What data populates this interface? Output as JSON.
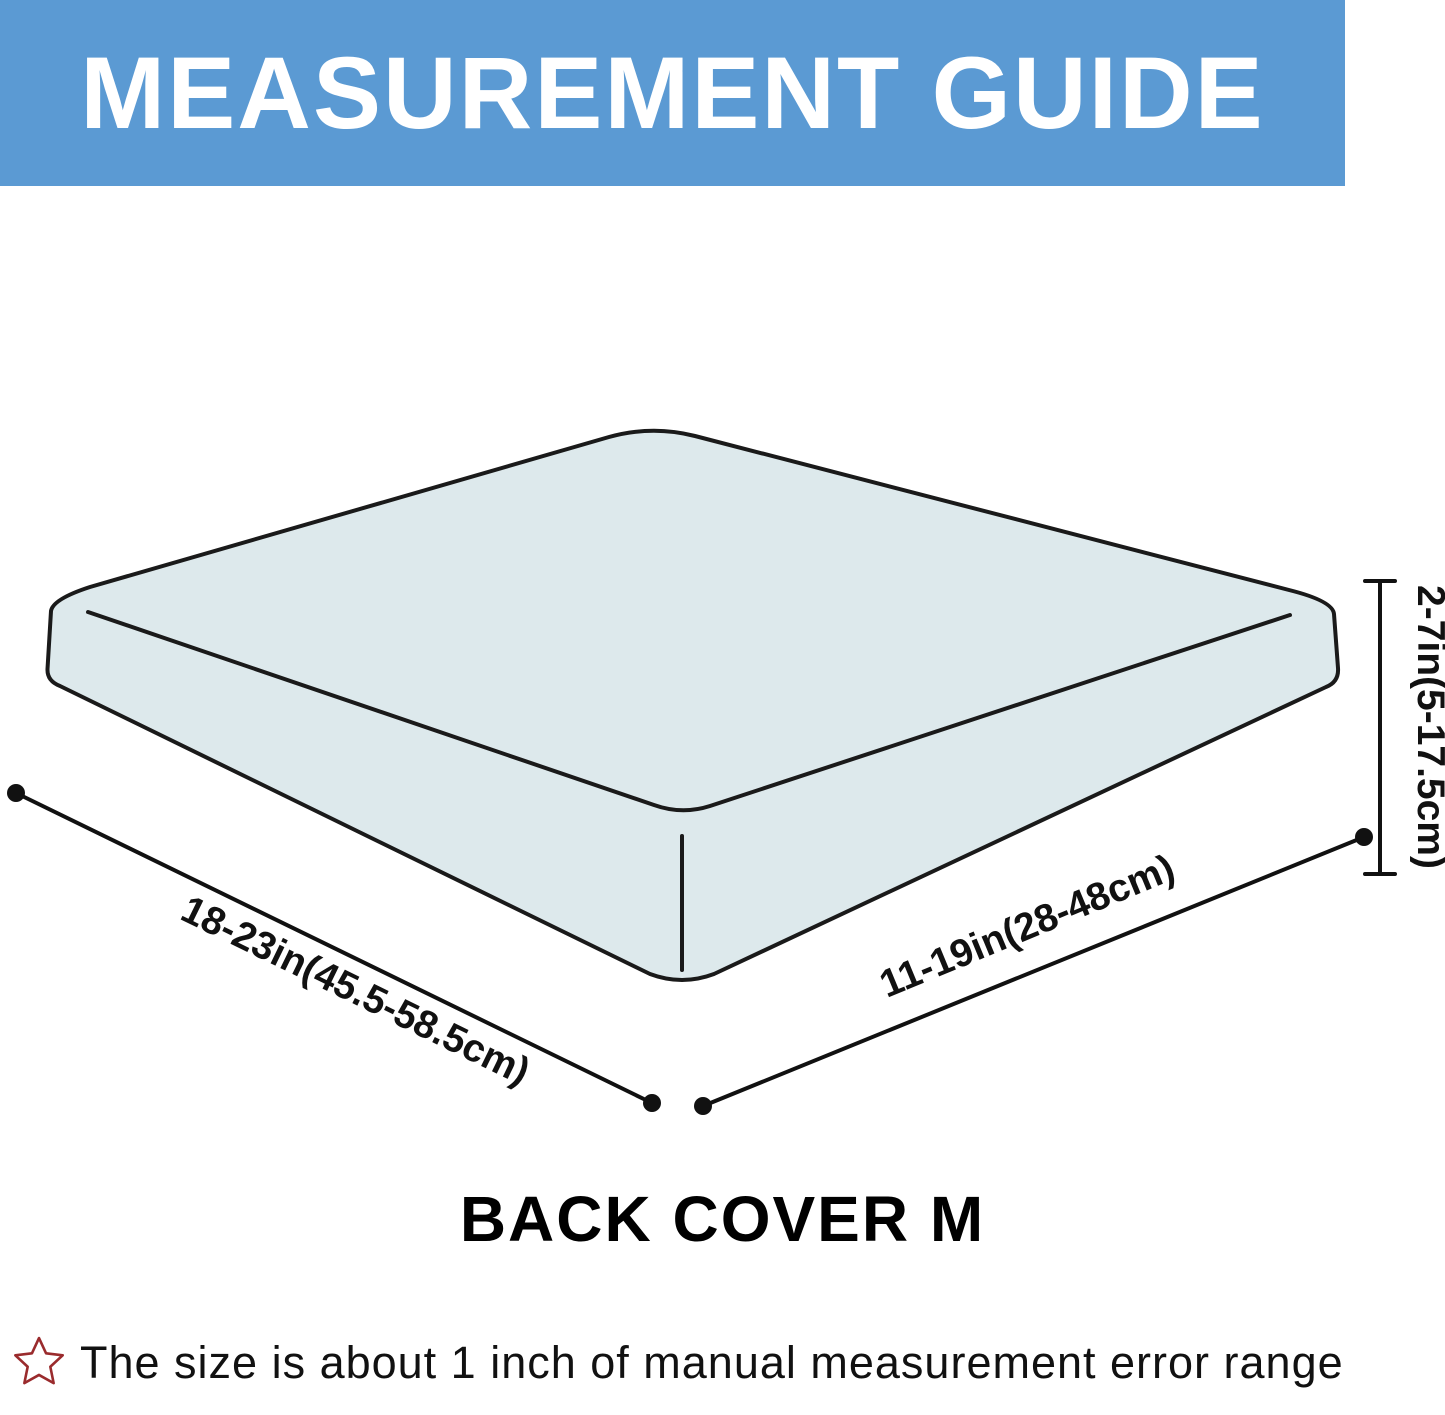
{
  "banner": {
    "title": "MEASUREMENT GUIDE",
    "bg_color": "#5b9ad3"
  },
  "diagram": {
    "caption": "BACK COVER M",
    "cushion_fill": "#dde9ec",
    "outline_color": "#1a1a1a",
    "labels": {
      "width": "18-23in(45.5-58.5cm)",
      "depth": "11-19in(28-48cm)",
      "height": "2-7in(5-17.5cm)"
    }
  },
  "footnote": {
    "icon": "star-outline-icon",
    "icon_color": "#9a2b2d",
    "text": "The size is about 1 inch of manual measurement error range"
  }
}
